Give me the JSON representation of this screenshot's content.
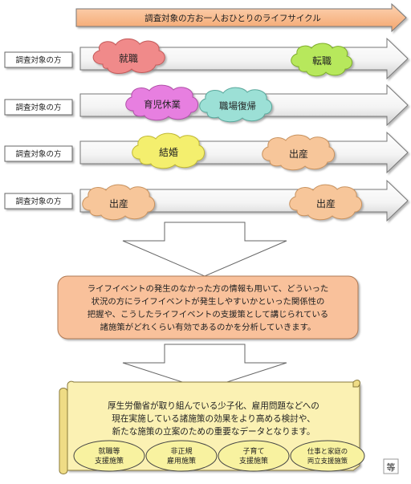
{
  "header_arrow": {
    "label": "調査対象の方お一人おひとりのライフサイクル",
    "fill": "#f9b98a"
  },
  "rows": [
    {
      "subject_label": "調査対象の方",
      "events": [
        "就職",
        "転職"
      ],
      "event_colors": [
        "#f08a8a",
        "#b7e85c"
      ]
    },
    {
      "subject_label": "調査対象の方",
      "events": [
        "育児休業",
        "職場復帰"
      ],
      "event_colors": [
        "#e77fe0",
        "#9ce0d6"
      ]
    },
    {
      "subject_label": "調査対象の方",
      "events": [
        "結婚",
        "出産"
      ],
      "event_colors": [
        "#f4ef6e",
        "#f7c69a"
      ]
    },
    {
      "subject_label": "調査対象の方",
      "events": [
        "出産",
        "出産"
      ],
      "event_colors": [
        "#f7c69a",
        "#f7c69a"
      ]
    }
  ],
  "analysis_box": {
    "lines": [
      "ライフイベントの発生のなかった方の情報も用いて、どういった",
      "状況の方にライフイベントが発生しやすいかといった関係性の",
      "把握や、こうしたライフイベントの支援策として講じられている",
      "諸施策がどれくらい有効であるのかを分析していきます。"
    ],
    "fill": "#f9c19b"
  },
  "scroll": {
    "lines": [
      "厚生労働省が取り組んでいる少子化、雇用問題などへの",
      "現在実施している諸施策の効果をより高める検討や、",
      "新たな施策の立案のための重要なデータとなります。"
    ],
    "fill": "#fbf1b3"
  },
  "policies": [
    [
      "就職等",
      "支援施策"
    ],
    [
      "非正規",
      "雇用施策"
    ],
    [
      "子育て",
      "支援施策"
    ],
    [
      "仕事と家庭の",
      "両立支援施策"
    ]
  ],
  "etc_label": "等"
}
